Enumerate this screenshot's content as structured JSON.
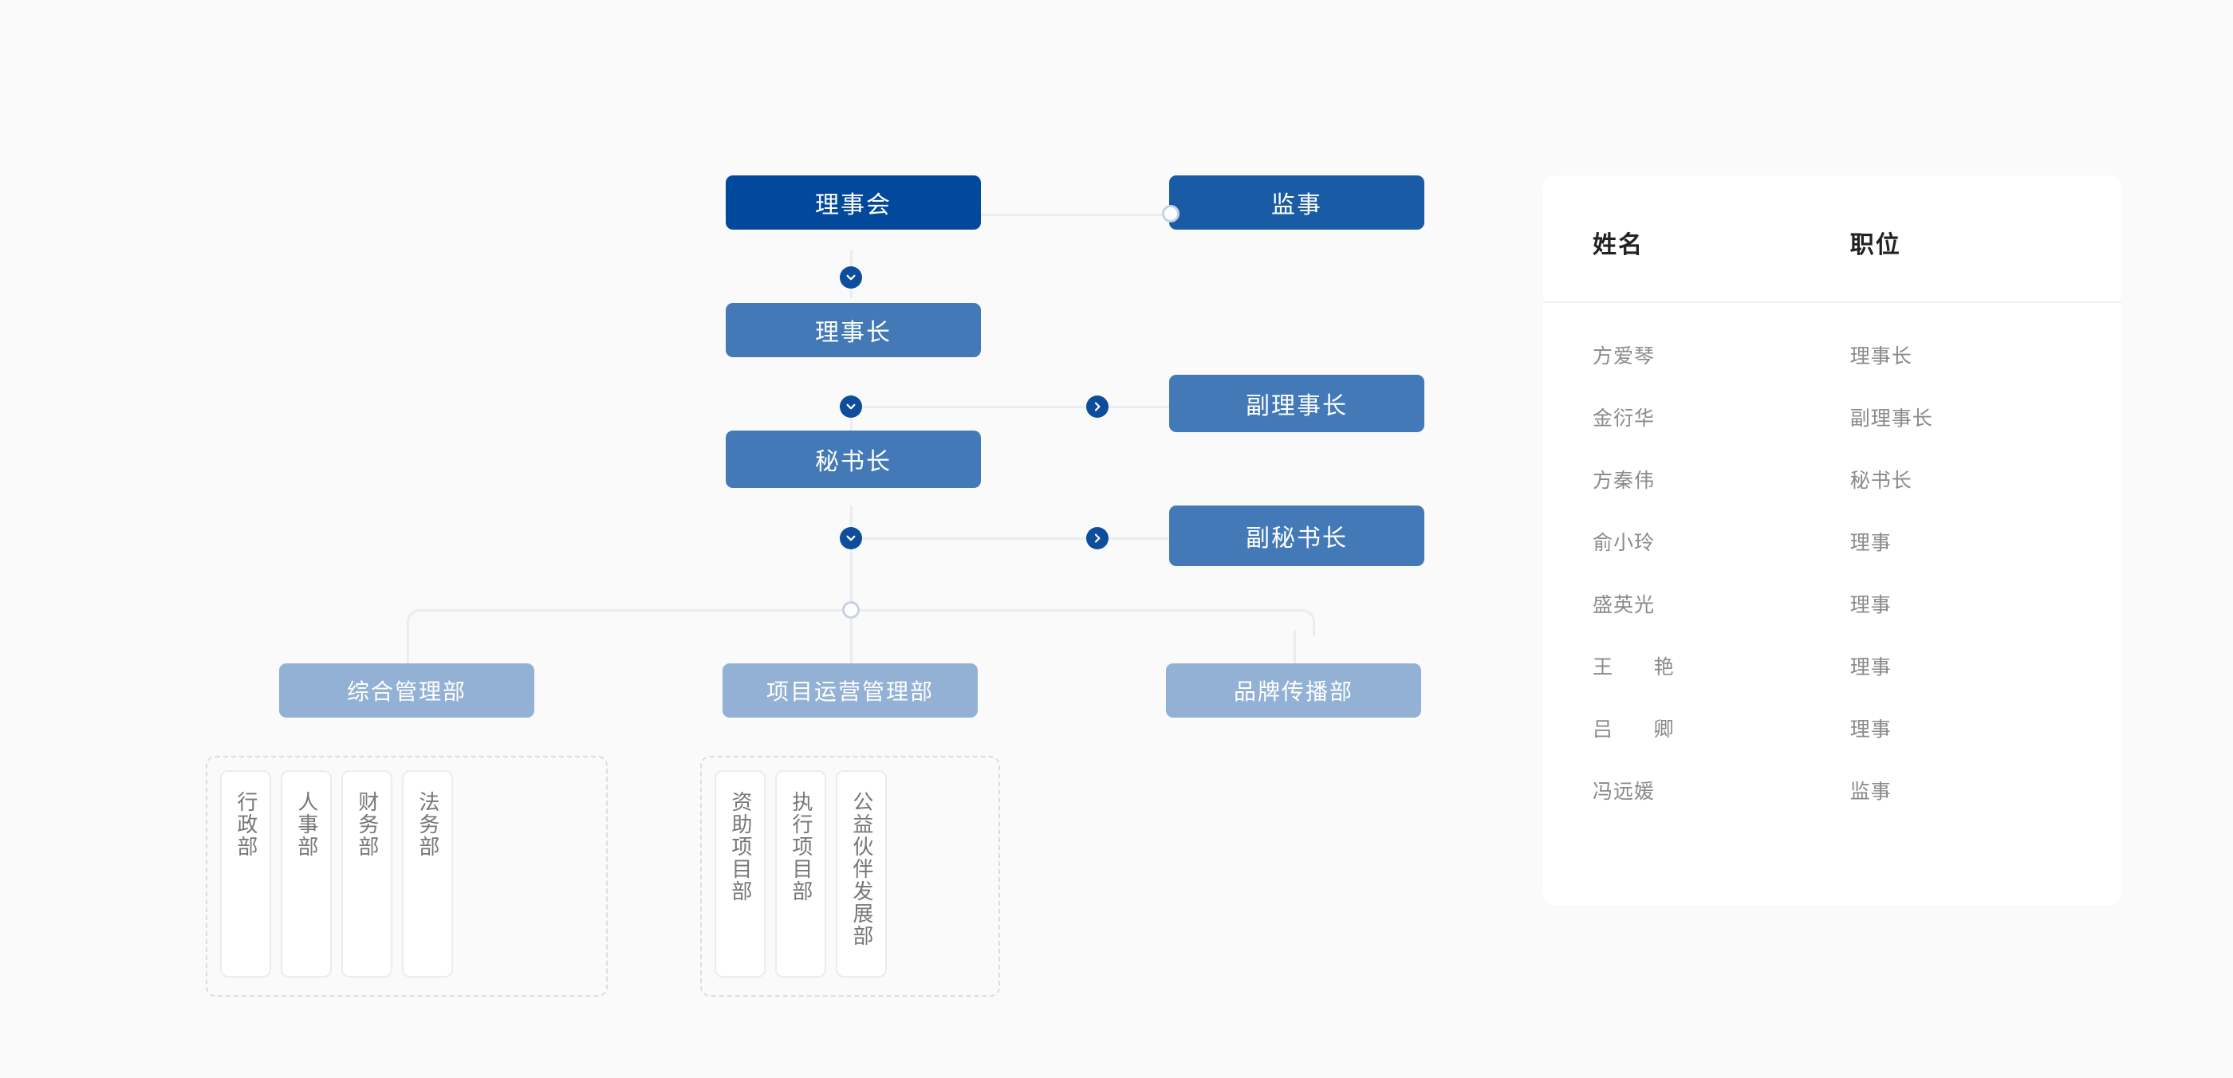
{
  "theme": {
    "background": "#fafafa",
    "root_node_color": "#03499b",
    "side_node_color": "#1a5ba6",
    "mid_node_color": "#4279b6",
    "dept_node_color": "#93b1d4",
    "connector_color": "#e9ecf1",
    "dot_color": "#0d4d9c",
    "card_background": "#ffffff"
  },
  "org_chart": {
    "root": {
      "label": "理事会"
    },
    "supervisor": {
      "label": "监事"
    },
    "chain": [
      {
        "label": "理事长"
      },
      {
        "label": "秘书长"
      }
    ],
    "deputies": [
      {
        "label": "副理事长"
      },
      {
        "label": "副秘书长"
      }
    ],
    "departments": [
      {
        "label": "综合管理部",
        "children": [
          "行政部",
          "人事部",
          "财务部",
          "法务部"
        ]
      },
      {
        "label": "项目运营管理部",
        "children": [
          "资助项目部",
          "执行项目部",
          "公益伙伴发展部"
        ]
      },
      {
        "label": "品牌传播部",
        "children": []
      }
    ],
    "icons": {
      "expand_down": "chevron-down-icon",
      "expand_right": "chevron-right-icon",
      "junction": "junction-node-icon",
      "endpoint": "endpoint-node-icon"
    }
  },
  "roster": {
    "columns": [
      "姓名",
      "职位"
    ],
    "rows": [
      {
        "name": "方爱琴",
        "role": "理事长",
        "spaced": false
      },
      {
        "name": "金衍华",
        "role": "副理事长",
        "spaced": false
      },
      {
        "name": "方秦伟",
        "role": "秘书长",
        "spaced": false
      },
      {
        "name": "俞小玲",
        "role": "理事",
        "spaced": false
      },
      {
        "name": "盛英光",
        "role": "理事",
        "spaced": false
      },
      {
        "name": "王艳",
        "role": "理事",
        "spaced": true
      },
      {
        "name": "吕卿",
        "role": "理事",
        "spaced": true
      },
      {
        "name": "冯远媛",
        "role": "监事",
        "spaced": false
      }
    ]
  }
}
